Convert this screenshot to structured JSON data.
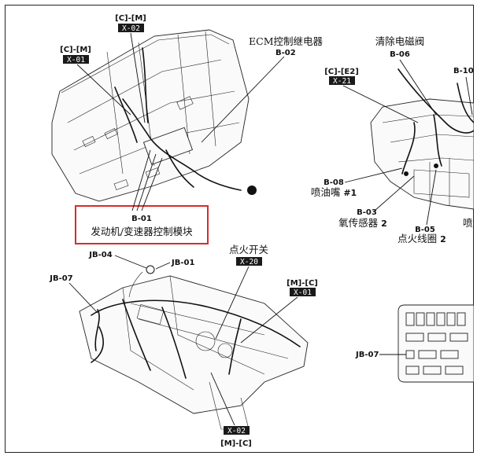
{
  "labels": {
    "b01_code": "B-01",
    "b01_name": "发动机/变速器控制模块",
    "b02_code": "B-02",
    "b02_name": "ECM控制继电器",
    "b06_code": "B-06",
    "b06_name": "清除电磁阀",
    "b10_code": "B-10",
    "b08_code": "B-08",
    "b08_name_cn": "喷油嘴",
    "b08_name_num": "#1",
    "b03_code": "B-03",
    "b03_name_cn": "氧传感器",
    "b03_name_num": "2",
    "b05_code": "B-05",
    "b05_name_cn": "点火线圈",
    "b05_name_num": "2",
    "partial_right": "喷",
    "jb04": "JB-04",
    "jb01": "JB-01",
    "jb07_left": "JB-07",
    "jb07_right": "JB-07",
    "ignition_switch": "点火开关"
  },
  "connectors": {
    "cm_top": {
      "ref": "[C]-[M]",
      "code": "X-02"
    },
    "cm_left": {
      "ref": "[C]-[M]",
      "code": "X-01"
    },
    "ce2": {
      "ref": "[C]-[E2]",
      "code": "X-21"
    },
    "ignition": {
      "code": "X-20"
    },
    "mc_right": {
      "ref": "[M]-[C]",
      "code": "X-01"
    },
    "mc_bottom": {
      "ref": "[M]-[C]",
      "code": "X-02"
    }
  },
  "colors": {
    "highlight_box": "#d92b2b",
    "tag_fill": "#1a1a1a",
    "line": "#111111"
  }
}
